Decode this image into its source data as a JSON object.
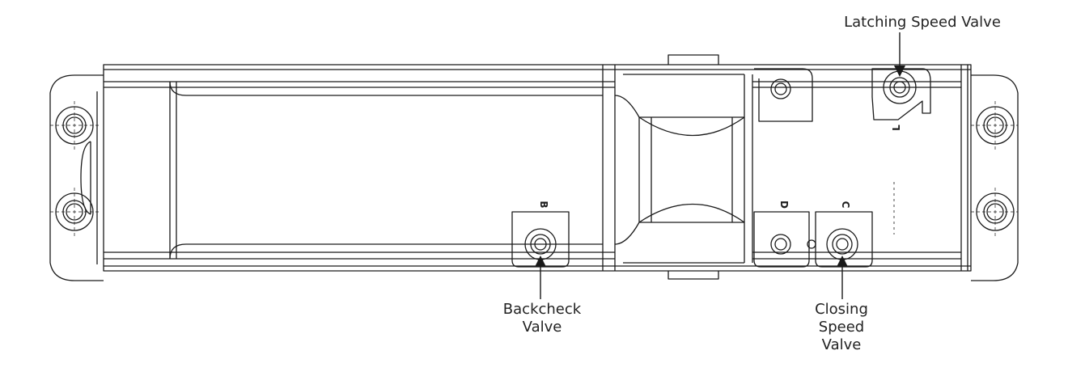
{
  "labels": {
    "latching": {
      "line1": "Latching Speed Valve"
    },
    "backcheck": {
      "line1": "Backcheck",
      "line2": "Valve"
    },
    "closing": {
      "line1": "Closing",
      "line2": "Speed",
      "line3": "Valve"
    }
  },
  "port_marks": {
    "top_port": "L",
    "backcheck_port": "B",
    "middle_port": "D",
    "closing_port": "C"
  },
  "colors": {
    "line": "#1a1a1a",
    "background": "#ffffff"
  }
}
